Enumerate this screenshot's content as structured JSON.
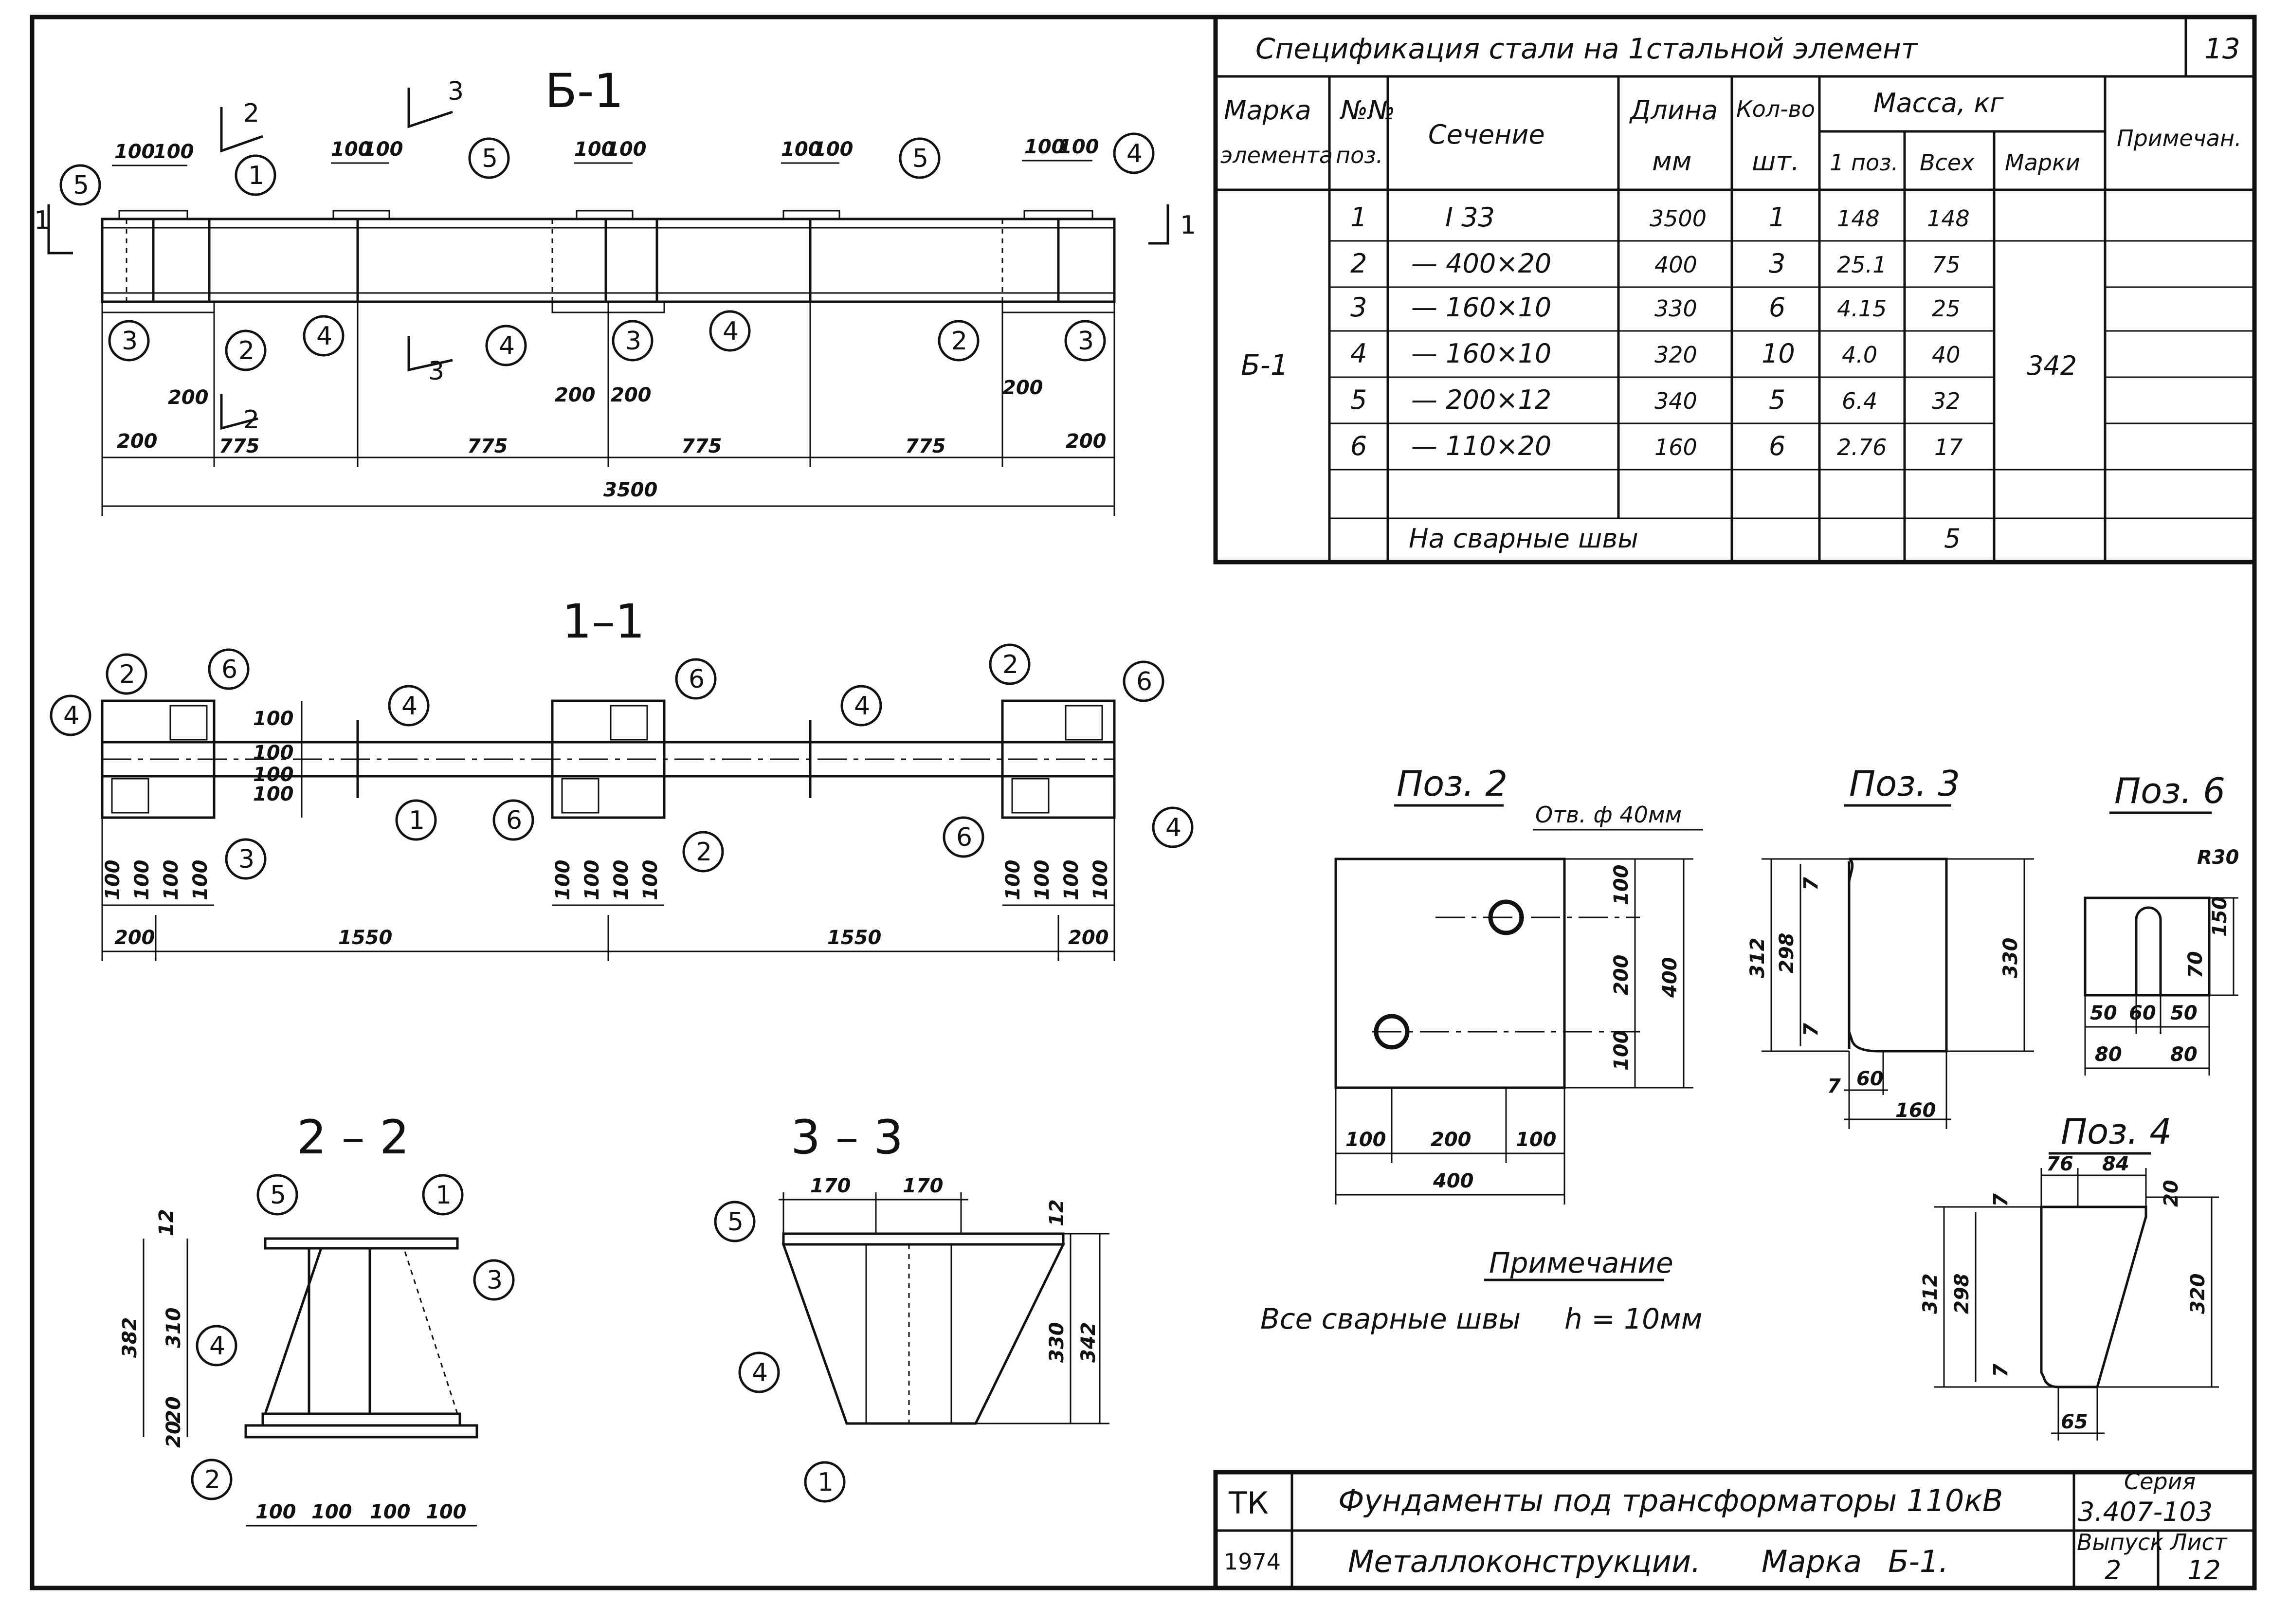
{
  "sheet_number": "13",
  "views": {
    "b1": {
      "title": "Б-1",
      "section_marks": {
        "s3_top": "3",
        "s2_top": "2",
        "s1_left": "1",
        "s1_right": "1",
        "s3_bottom": "3",
        "s2_bottom": "2"
      },
      "callouts": [
        "5",
        "1",
        "5",
        "5",
        "4",
        "4",
        "4",
        "3",
        "2",
        "4",
        "2",
        "3",
        "4",
        "2",
        "3"
      ],
      "top_dims": [
        "100",
        "100",
        "100",
        "100",
        "100",
        "100",
        "100",
        "100",
        "100",
        "100"
      ],
      "inner_dims": [
        "200",
        "200",
        "200",
        "200"
      ],
      "bottom_dims": [
        "200",
        "775",
        "775",
        "775",
        "775",
        "200"
      ],
      "overall": "3500"
    },
    "v11": {
      "title": "1–1",
      "callouts": [
        "2",
        "6",
        "4",
        "4",
        "6",
        "4",
        "2",
        "6",
        "3",
        "1",
        "6",
        "2",
        "6",
        "4"
      ],
      "right_dims": [
        "100",
        "100",
        "100",
        "100"
      ],
      "vert_dims": [
        "100",
        "100",
        "100",
        "100",
        "100",
        "100",
        "100",
        "100",
        "100",
        "100",
        "100",
        "100"
      ],
      "bottom_dims": [
        "200",
        "1550",
        "1550",
        "200"
      ]
    },
    "v22": {
      "title": "2 – 2",
      "callouts": [
        "5",
        "1",
        "3",
        "4",
        "2"
      ],
      "vert_dims": [
        "12",
        "382",
        "310",
        "20",
        "20"
      ],
      "bottom_dims": [
        "100",
        "100",
        "100",
        "100"
      ]
    },
    "v33": {
      "title": "3 – 3",
      "callouts": [
        "5",
        "4",
        "1"
      ],
      "top_dims": [
        "170",
        "170"
      ],
      "vert_dims": [
        "12",
        "330",
        "342"
      ]
    }
  },
  "details": {
    "poz2": {
      "title": "Поз. 2",
      "hole_note": "Отв. ф 40мм",
      "vert_dims": [
        "100",
        "200",
        "100",
        "400"
      ],
      "bottom_dims": [
        "100",
        "200",
        "100",
        "400"
      ]
    },
    "poz3": {
      "title": "Поз. 3",
      "vert_dims": [
        "312",
        "298",
        "7",
        "7",
        "330"
      ],
      "bottom_dims": [
        "7",
        "60",
        "160"
      ]
    },
    "poz6": {
      "title": "Поз. 6",
      "radius": "R30",
      "vert_dims": [
        "150",
        "70"
      ],
      "bottom_dims": [
        "50",
        "60",
        "50",
        "80",
        "80"
      ]
    },
    "poz4": {
      "title": "Поз. 4",
      "top_dims": [
        "76",
        "84"
      ],
      "vert_dims": [
        "7",
        "20",
        "312",
        "298",
        "7",
        "320"
      ],
      "bottom_dims": [
        "65"
      ]
    }
  },
  "note": {
    "title": "Примечание",
    "text": "Все сварные швы",
    "weld_height": "h = 10мм"
  },
  "spec": {
    "title": "Спецификация стали на 1стальной элемент",
    "headers": {
      "mark": [
        "Марка",
        "элемента"
      ],
      "pos": [
        "№№",
        "поз."
      ],
      "section": "Сечение",
      "length": [
        "Длина",
        "мм"
      ],
      "qty": [
        "Кол-во",
        "шт."
      ],
      "mass": "Масса, кг",
      "mass_pos": "1 поз.",
      "mass_all": "Всех",
      "mass_mark": "Марки",
      "note": "Примечан."
    },
    "element": "Б-1",
    "mark_mass": "342",
    "rows": [
      {
        "pos": "1",
        "section": "I 33",
        "length": "3500",
        "qty": "1",
        "m1": "148",
        "mall": "148"
      },
      {
        "pos": "2",
        "section": "— 400×20",
        "length": "400",
        "qty": "3",
        "m1": "25.1",
        "mall": "75"
      },
      {
        "pos": "3",
        "section": "— 160×10",
        "length": "330",
        "qty": "6",
        "m1": "4.15",
        "mall": "25"
      },
      {
        "pos": "4",
        "section": "— 160×10",
        "length": "320",
        "qty": "10",
        "m1": "4.0",
        "mall": "40"
      },
      {
        "pos": "5",
        "section": "— 200×12",
        "length": "340",
        "qty": "5",
        "m1": "6.4",
        "mall": "32"
      },
      {
        "pos": "6",
        "section": "— 110×20",
        "length": "160",
        "qty": "6",
        "m1": "2.76",
        "mall": "17"
      }
    ],
    "welds_label": "На сварные швы",
    "welds_mass": "5"
  },
  "title_block": {
    "org": "ТК",
    "year": "1974",
    "title1": "Фундаменты под трансформаторы 110кВ",
    "title2": "Металлоконструкции.",
    "mark_label": "Марка",
    "mark": "Б-1.",
    "series_label": "Серия",
    "series": "3.407-103",
    "issue_label": "Выпуск",
    "issue": "2",
    "sheet_label": "Лист",
    "sheet": "12"
  }
}
